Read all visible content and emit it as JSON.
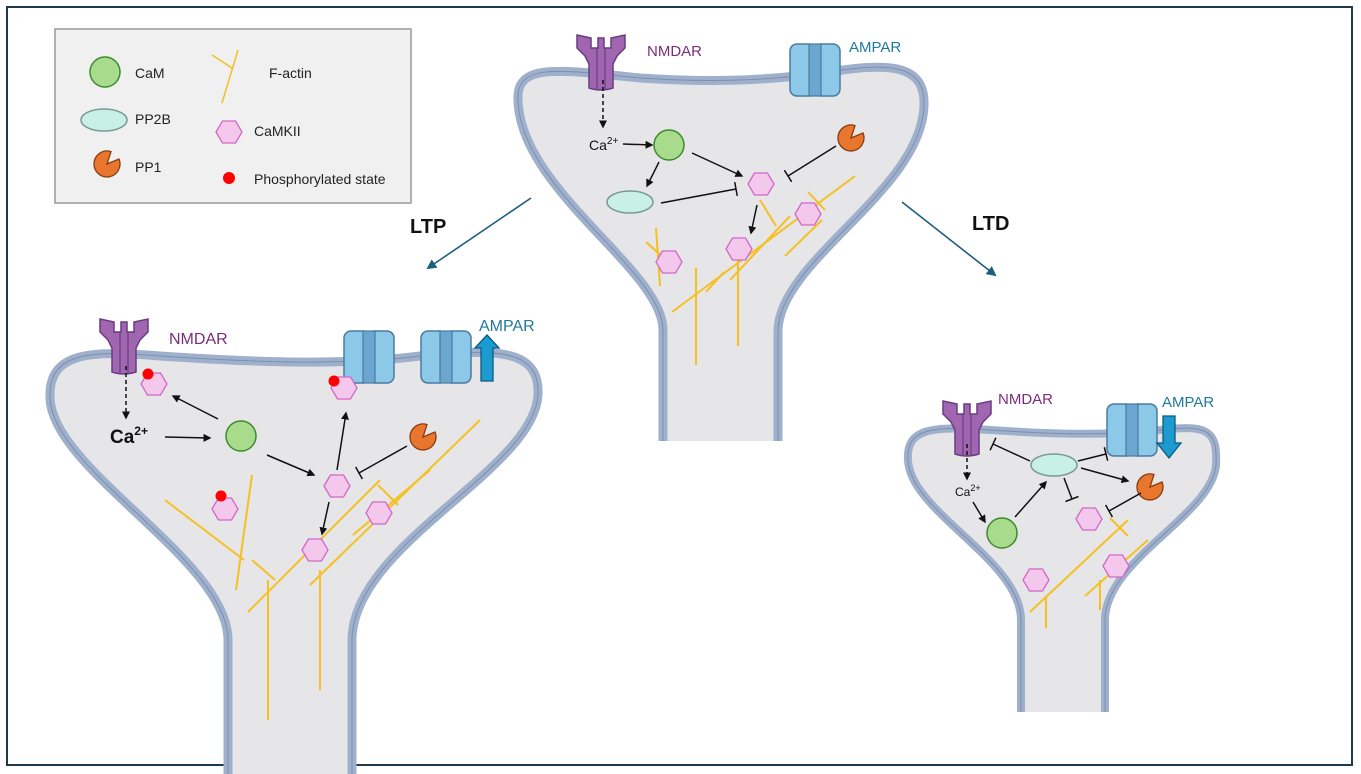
{
  "legend": {
    "cam": "CaM",
    "pp2b": "PP2B",
    "pp1": "PP1",
    "factin": "F-actin",
    "camkii": "CaMKII",
    "phospho": "Phosphorylated state"
  },
  "top_spine": {
    "nmdar": "NMDAR",
    "ampar": "AMPAR",
    "ca_base": "Ca",
    "ca_sup": "2+"
  },
  "ltp_label": "LTP",
  "ltd_label": "LTD",
  "ltp_spine": {
    "nmdar": "NMDAR",
    "ampar": "AMPAR",
    "ca_base": "Ca",
    "ca_sup": "2+"
  },
  "ltd_spine": {
    "nmdar": "NMDAR",
    "ampar": "AMPAR",
    "ca_base": "Ca",
    "ca_sup": "2+"
  },
  "colors": {
    "membrane": "#9fb0cc",
    "cytoplasm": "#e6e6e8",
    "nmdar": "#a066b0",
    "ampar": "#8cc8e8",
    "cam": "#a8dc8c",
    "pp2b": "#c8f0e4",
    "pp1": "#e8762c",
    "camkii": "#f4c8ec",
    "factin": "#f5c020",
    "phospho": "#ff0000",
    "arrow_teal": "#1d5f7c",
    "nmdar_text": "#7b2d7a",
    "ampar_text": "#1f7a9e"
  }
}
